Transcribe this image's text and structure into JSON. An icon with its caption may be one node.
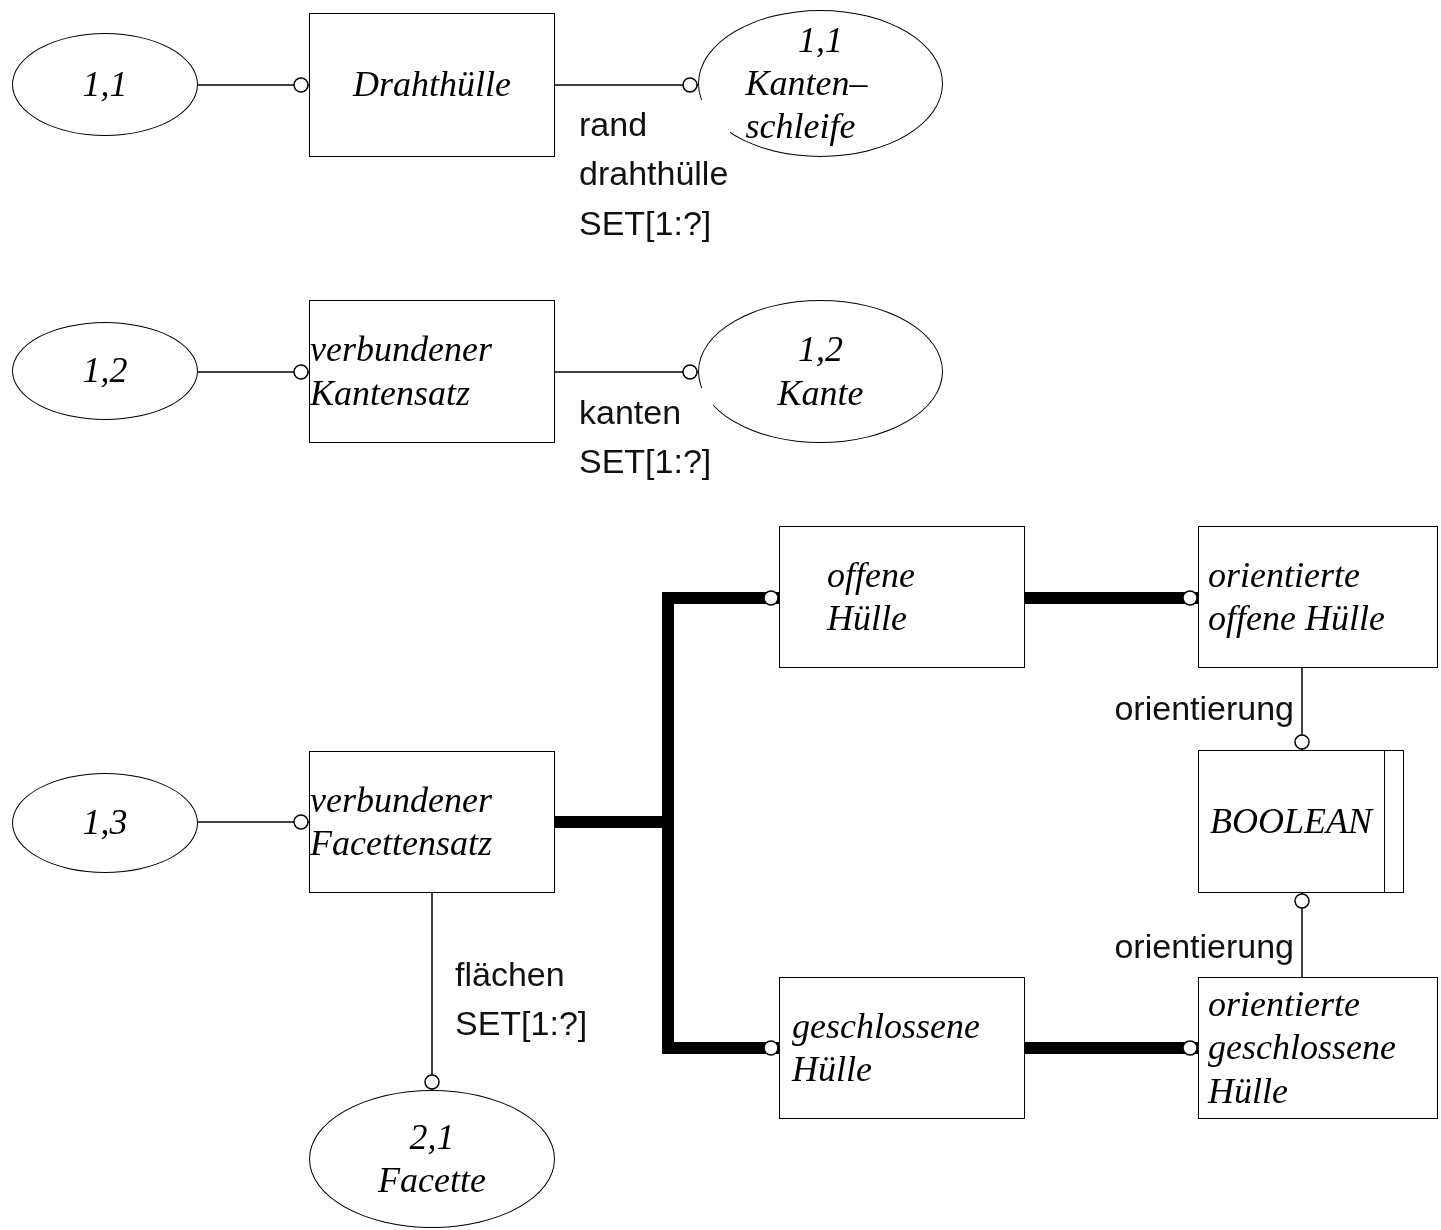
{
  "diagram": {
    "nodes": [
      {
        "text": [
          "1,1"
        ]
      },
      {
        "text": [
          "Drahthülle"
        ]
      },
      {
        "text": [
          "1,1",
          "Kanten– schleife"
        ]
      },
      {
        "text": [
          "1,2"
        ]
      },
      {
        "text": [
          "verbundener Kantensatz"
        ]
      },
      {
        "text": [
          "1,2",
          "Kante"
        ]
      },
      {
        "text": [
          "1,3"
        ]
      },
      {
        "text": [
          "verbundener Facettensatz"
        ]
      },
      {
        "text": [
          "offene Hülle"
        ]
      },
      {
        "text": [
          "orientierte offene Hülle"
        ]
      },
      {
        "text": [
          "BOOLEAN"
        ]
      },
      {
        "text": [
          "geschlossene Hülle"
        ]
      },
      {
        "text": [
          "orientierte geschlossene Hülle"
        ]
      },
      {
        "text": [
          "2,1",
          "Facette"
        ]
      }
    ],
    "edges": [
      {
        "from": 0,
        "to": 1,
        "arrow": "other"
      },
      {
        "from": 1,
        "to": 2,
        "arrow": "other",
        "label": "rand drahthülle SET[1:?]"
      },
      {
        "from": 3,
        "to": 4,
        "arrow": "other"
      },
      {
        "from": 4,
        "to": 5,
        "arrow": "other",
        "label": "kanten SET[1:?]"
      },
      {
        "from": 6,
        "to": 7,
        "arrow": "other"
      },
      {
        "from": 7,
        "to": 8,
        "arrow": "other",
        "style": "thick"
      },
      {
        "from": 7,
        "to": 11,
        "arrow": "other",
        "style": "thick"
      },
      {
        "from": 7,
        "to": 13,
        "arrow": "other",
        "label": "flächen SET[1:?]"
      },
      {
        "from": 8,
        "to": 9,
        "arrow": "other",
        "style": "thick"
      },
      {
        "from": 11,
        "to": 12,
        "arrow": "other",
        "style": "thick"
      },
      {
        "from": 9,
        "to": 10,
        "arrow": "other",
        "label": "orientierung"
      },
      {
        "from": 12,
        "to": 10,
        "arrow": "other",
        "label": "orientierung"
      }
    ]
  }
}
